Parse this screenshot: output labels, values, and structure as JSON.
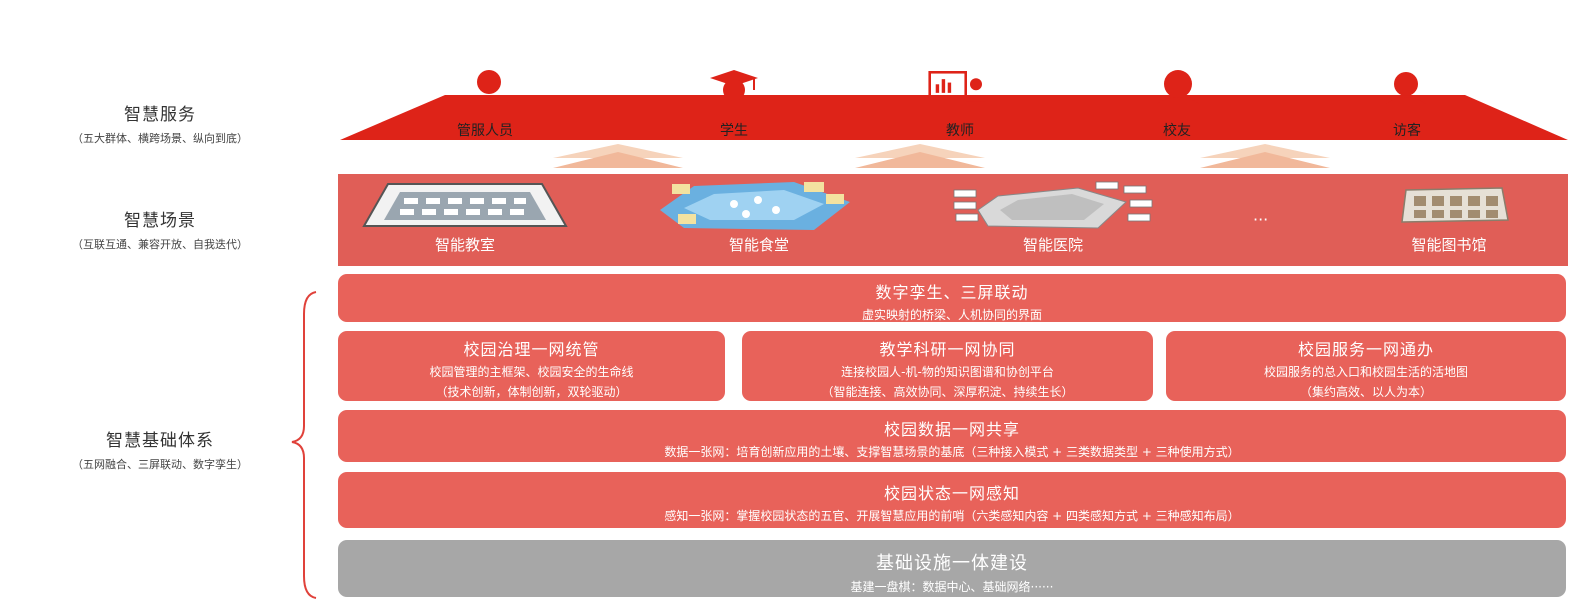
{
  "left_labels": [
    {
      "title": "智慧服务",
      "subtitle": "（五大群体、横跨场景、纵向到底）"
    },
    {
      "title": "智慧场景",
      "subtitle": "（互联互通、兼容开放、自我迭代）"
    },
    {
      "title": "智慧基础体系",
      "subtitle": "（五网融合、三屏联动、数字孪生）"
    }
  ],
  "roles": [
    "管服人员",
    "学生",
    "教师",
    "校友",
    "访客"
  ],
  "scenes": [
    "智能教室",
    "智能食堂",
    "智能医院",
    "···",
    "智能图书馆"
  ],
  "twin": {
    "title": "数字孪生、三屏联动",
    "desc": "虚实映射的桥梁、人机协同的界面"
  },
  "columns": [
    {
      "title": "校园治理一网统管",
      "desc1": "校园管理的主框架、校园安全的生命线",
      "desc2": "（技术创新，体制创新，双轮驱动）"
    },
    {
      "title": "教学科研一网协同",
      "desc1": "连接校园人-机-物的知识图谱和协创平台",
      "desc2": "（智能连接、高效协同、深厚积淀、持续生长）"
    },
    {
      "title": "校园服务一网通办",
      "desc1": "校园服务的总入口和校园生活的活地图",
      "desc2": "（集约高效、以人为本）"
    }
  ],
  "data_share": {
    "title": "校园数据一网共享",
    "desc": "数据一张网：培育创新应用的土壤、支撑智慧场景的基底（三种接入模式 + 三类数据类型  + 三种使用方式）"
  },
  "state_sense": {
    "title": "校园状态一网感知",
    "desc": "感知一张网：掌握校园状态的五官、开展智慧应用的前哨（六类感知内容 + 四类感知方式 + 三种感知布局）"
  },
  "infra": {
    "title": "基础设施一体建设",
    "desc": "基建一盘棋：数据中心、基础网络······"
  },
  "colors": {
    "red": "#de2318",
    "band": "#e05e57",
    "box": "#e8625a",
    "grey": "#a7a7a7",
    "arrow": "#f3c6a8"
  }
}
